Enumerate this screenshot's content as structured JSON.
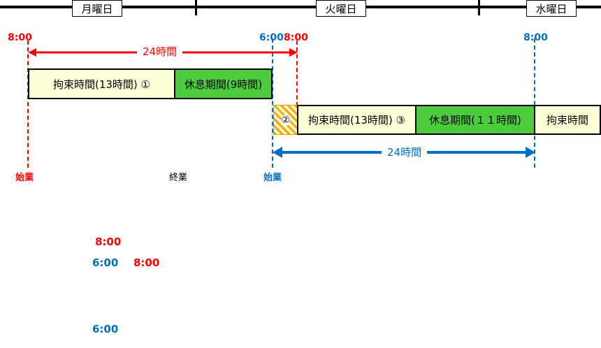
{
  "colors": {
    "red": "#FF0000",
    "blue": "#0070C0",
    "green": "#4DCB3F",
    "cream": "#FFFFD7",
    "hatch_orange": "#F2A900"
  },
  "days": [
    {
      "label": "月曜日"
    },
    {
      "label": "火曜日"
    },
    {
      "label": "水曜日"
    }
  ],
  "times": {
    "mon_8": "8:00",
    "tue_6": "6:00",
    "tue_8": "8:00",
    "wed_8": "8:00"
  },
  "arrows": {
    "red_24h": "24時間",
    "blue_24h": "24時間"
  },
  "row1": {
    "work": "拘束時間(13時間) ①",
    "rest": "休息期間(9時間)"
  },
  "row2": {
    "hatch": "②",
    "work": "拘束時間(13時間) ③",
    "rest": "休息期間(１１時間)",
    "work_next": "拘束時間"
  },
  "markers": {
    "start_mon": "始業",
    "end_mon": "終業",
    "start_tue": "始業"
  },
  "bottom_times": {
    "t1": "8:00",
    "t2": "6:00",
    "t3": "8:00",
    "t4": "6:00"
  }
}
